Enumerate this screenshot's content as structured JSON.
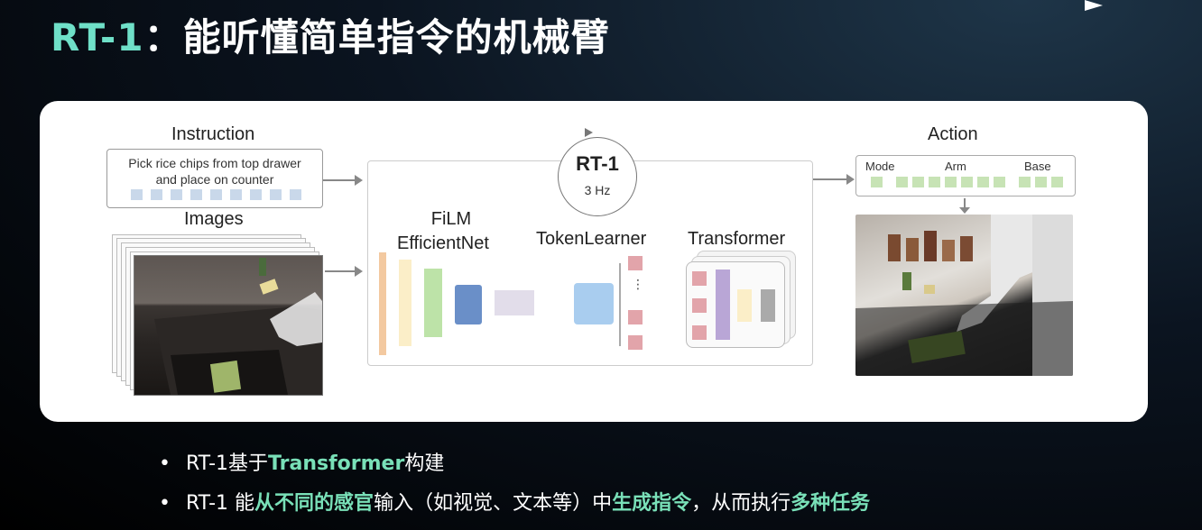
{
  "title": {
    "model": "RT-1",
    "rest": "：能听懂简单指令的机械臂"
  },
  "diagram": {
    "instruction_label": "Instruction",
    "instruction_line1": "Pick rice chips from top drawer",
    "instruction_line2": "and place on counter",
    "images_label": "Images",
    "rt1_label": "RT-1",
    "rt1_freq": "3 Hz",
    "film_line1": "FiLM",
    "film_line2": "EfficientNet",
    "token_learner": "TokenLearner",
    "transformer": "Transformer",
    "action_label": "Action",
    "mode": "Mode",
    "arm": "Arm",
    "base": "Base",
    "ellipsis": "⋮"
  },
  "bullets": [
    {
      "p1": "RT-1基于",
      "h1": "Transformer",
      "p2": "构建"
    },
    {
      "p1": "RT-1 能",
      "h1": "从不同的感官",
      "p2": "输入（如视觉、文本等）中",
      "h2": "生成指令",
      "p3": "，从而执行",
      "h3": "多种任务"
    }
  ],
  "colors": {
    "accent": "#6fe0c8",
    "highlight": "#79e0b8"
  }
}
